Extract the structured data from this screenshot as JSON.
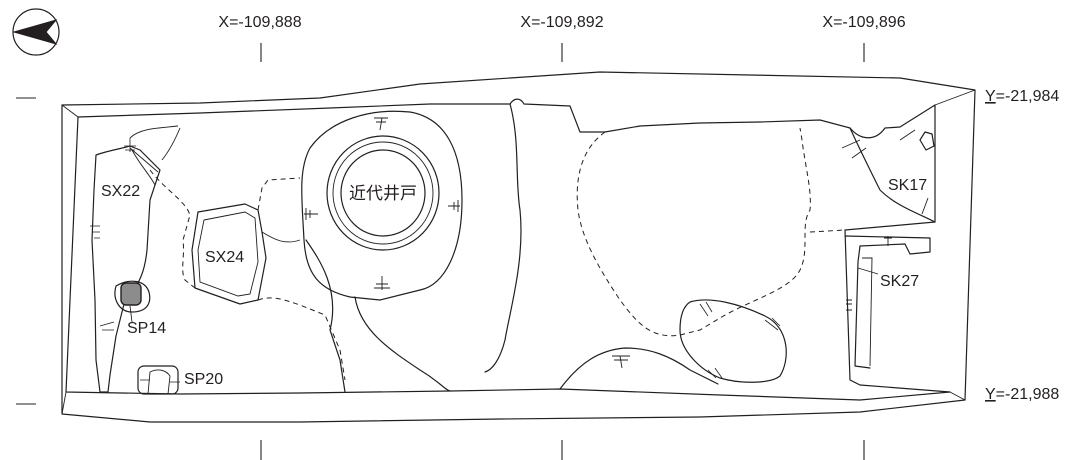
{
  "north_arrow_icon": "north-arrow-icon",
  "grid": {
    "x_labels": [
      "X=-109,888",
      "X=-109,892",
      "X=-109,896"
    ],
    "y_labels": [
      {
        "prefix": "Y",
        "text": "=-21,984"
      },
      {
        "prefix": "Y",
        "text": "=-21,988"
      }
    ]
  },
  "features": {
    "sx22": "SX22",
    "sx24": "SX24",
    "sp14": "SP14",
    "sp20": "SP20",
    "sk17": "SK17",
    "sk27": "SK27",
    "modern_well": "近代井戸"
  },
  "colors": {
    "line": "#231f20",
    "fill_dark": "#8c8c8c",
    "background": "#ffffff"
  }
}
